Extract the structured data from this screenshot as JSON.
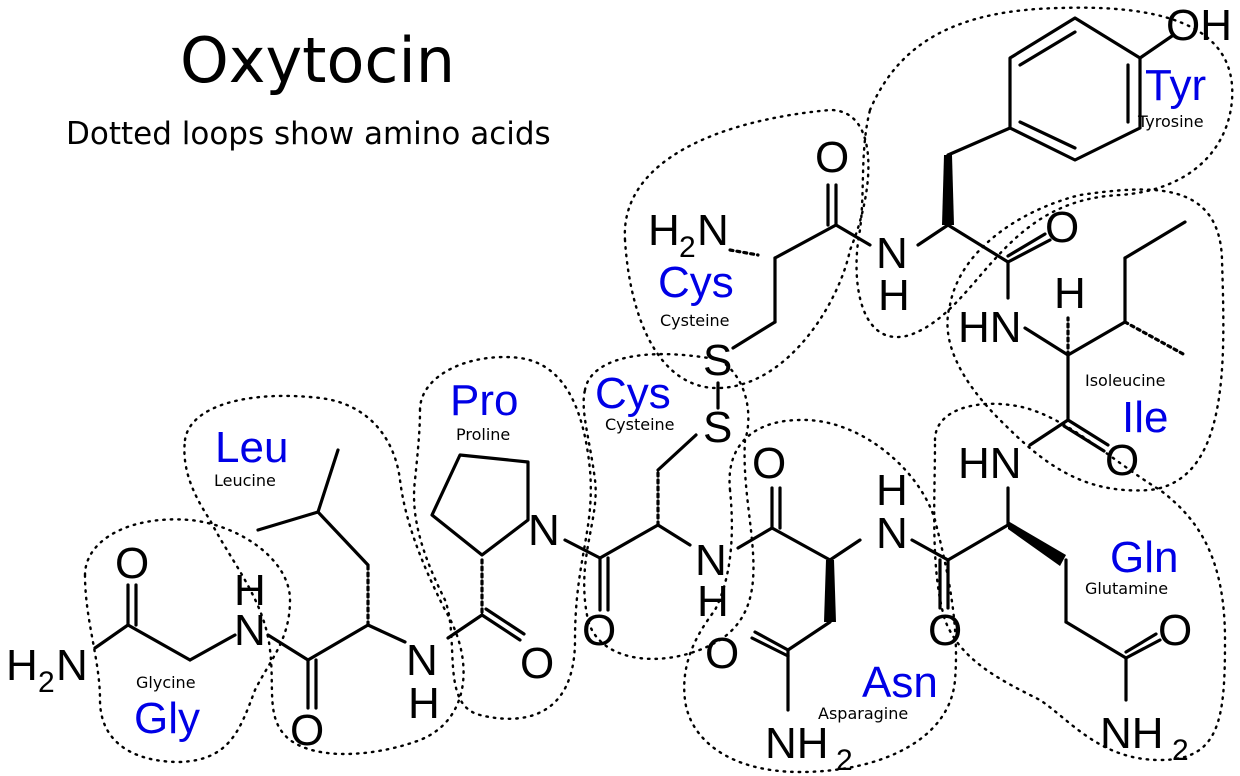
{
  "title": "Oxytocin",
  "subtitle": "Dotted loops show amino acids",
  "residues": [
    {
      "abbr": "Tyr",
      "name": "Tyrosine"
    },
    {
      "abbr": "Cys",
      "name": "Cysteine"
    },
    {
      "abbr": "Ile",
      "name": "Isoleucine"
    },
    {
      "abbr": "Cys",
      "name": "Cysteine"
    },
    {
      "abbr": "Pro",
      "name": "Proline"
    },
    {
      "abbr": "Leu",
      "name": "Leucine"
    },
    {
      "abbr": "Gln",
      "name": "Glutamine"
    },
    {
      "abbr": "Asn",
      "name": "Asparagine"
    },
    {
      "abbr": "Gly",
      "name": "Glycine"
    }
  ],
  "atoms": {
    "oh": "OH",
    "o": "O",
    "n": "N",
    "h": "H",
    "hn": "HN",
    "s": "S",
    "h2n_h": "H",
    "h2n_2": "2",
    "h2n_n": "N",
    "nh2_nh": "NH",
    "nh2_2": "2"
  }
}
